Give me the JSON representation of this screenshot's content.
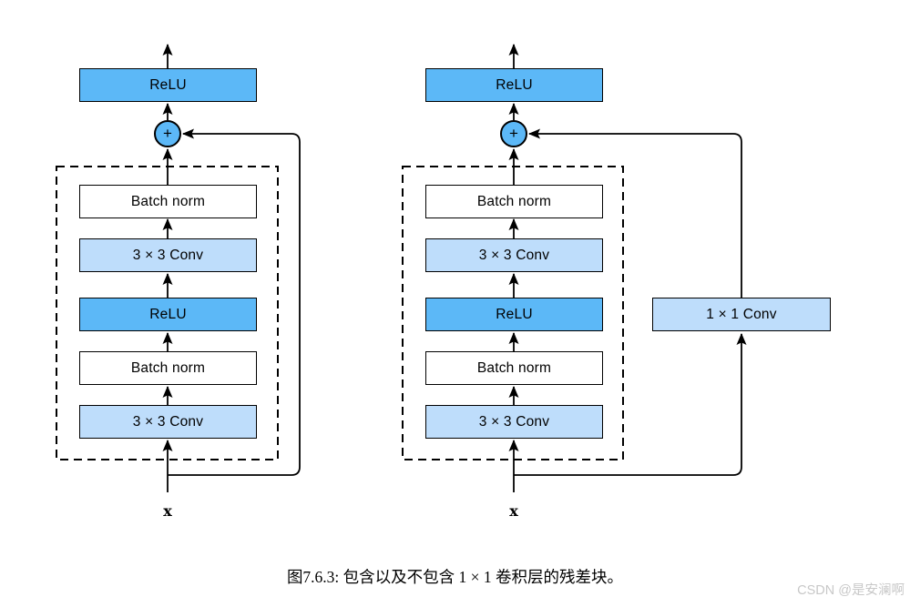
{
  "figure": {
    "caption": "图7.6.3: 包含以及不包含 1 × 1 卷积层的残差块。",
    "watermark": "CSDN @是安澜啊"
  },
  "colors": {
    "activation_fill": "#5CB8F7",
    "conv_fill": "#BEDDFB",
    "batchnorm_fill": "#FFFFFF",
    "stroke": "#000000",
    "watermark_text": "#C8C8C8"
  },
  "left_diagram": {
    "output_activation": "ReLU",
    "add_operator": "+",
    "blocks_top_to_bottom": [
      "Batch norm",
      "3 × 3 Conv",
      "ReLU",
      "Batch norm",
      "3 × 3 Conv"
    ],
    "input_label": "x"
  },
  "right_diagram": {
    "output_activation": "ReLU",
    "add_operator": "+",
    "blocks_top_to_bottom": [
      "Batch norm",
      "3 × 3 Conv",
      "ReLU",
      "Batch norm",
      "3 × 3 Conv"
    ],
    "shortcut_block": "1 × 1 Conv",
    "input_label": "x"
  }
}
